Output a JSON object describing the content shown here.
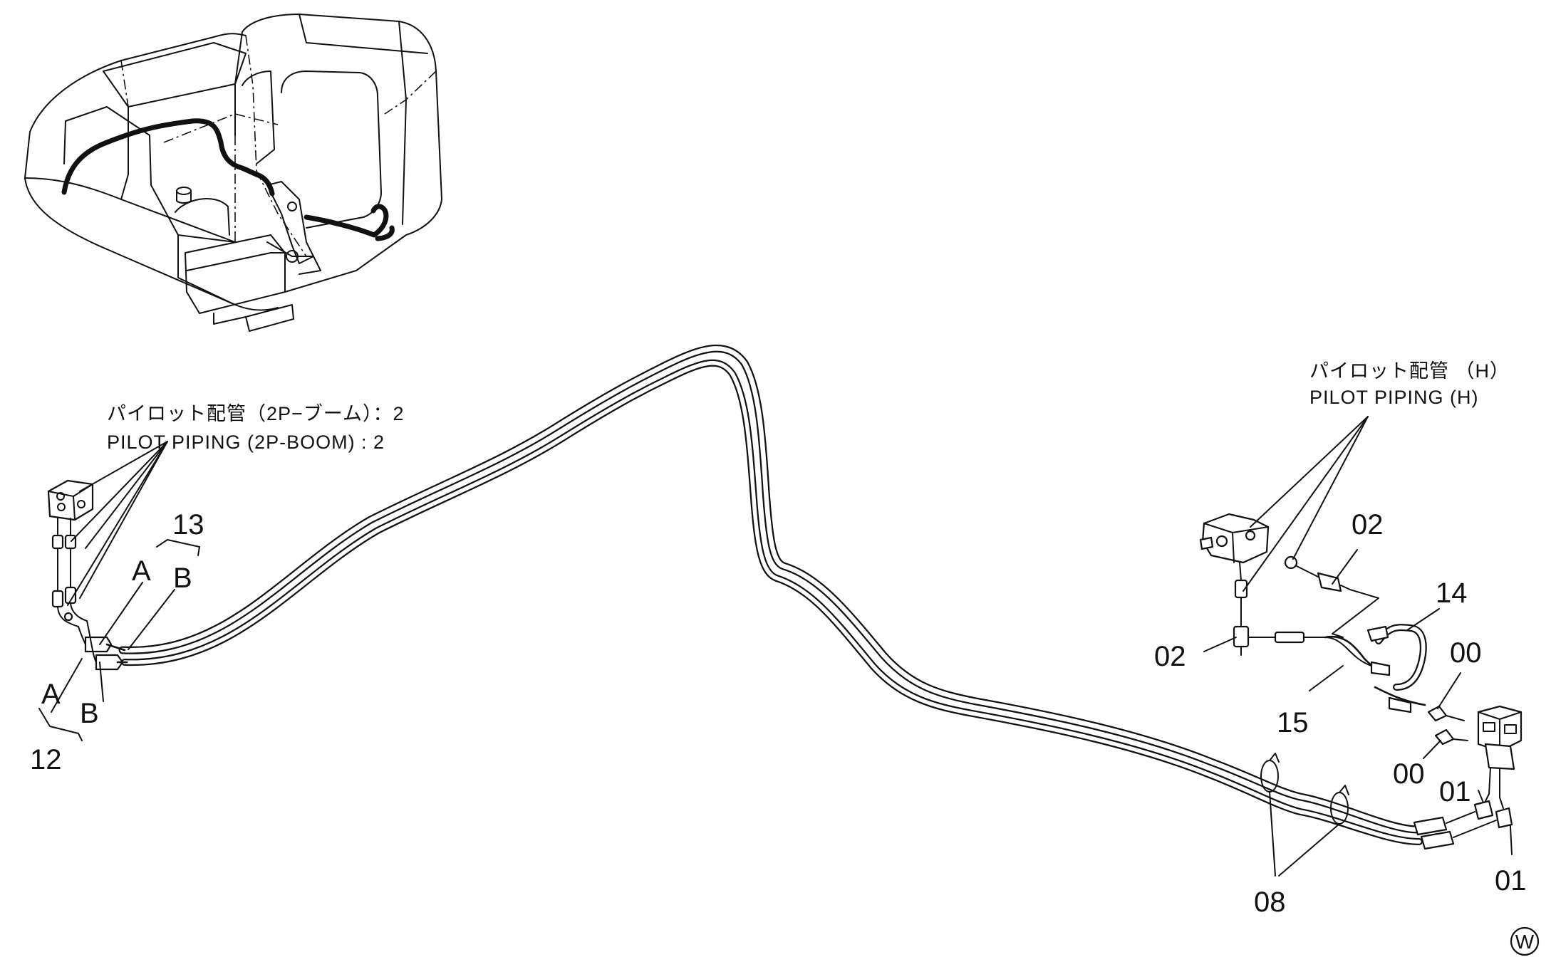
{
  "callouts": {
    "left_caption_ja": "パイロット配管（2P−ブーム）：2",
    "left_caption_en": "PILOT PIPING (2P-BOOM) : 2",
    "right_caption_ja": "パイロット配管 （H）",
    "right_caption_en": "PILOT PIPING (H)"
  },
  "part_numbers": {
    "p13": "13",
    "p12": "12",
    "p02_upper": "02",
    "p02_left": "02",
    "p14": "14",
    "p15": "15",
    "p00_upper": "00",
    "p00_lower": "00",
    "p01_upper": "01",
    "p01_lower": "01",
    "p08": "08"
  },
  "port_letters": {
    "upper_a": "A",
    "upper_b": "B",
    "lower_a": "A",
    "lower_b": "B"
  },
  "mark": {
    "symbol": "W"
  }
}
